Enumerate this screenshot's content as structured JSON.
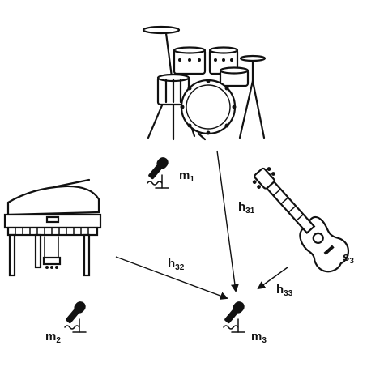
{
  "labels": {
    "m1": {
      "main": "m",
      "sub": "1"
    },
    "m2": {
      "main": "m",
      "sub": "2"
    },
    "m3": {
      "main": "m",
      "sub": "3"
    },
    "s3": {
      "main": "s",
      "sub": "3"
    },
    "h31": {
      "main": "h",
      "sub": "31"
    },
    "h32": {
      "main": "h",
      "sub": "32"
    },
    "h33": {
      "main": "h",
      "sub": "33"
    }
  },
  "icons": [
    "drum-kit-icon",
    "grand-piano-icon",
    "acoustic-guitar-icon",
    "microphone-icon"
  ]
}
